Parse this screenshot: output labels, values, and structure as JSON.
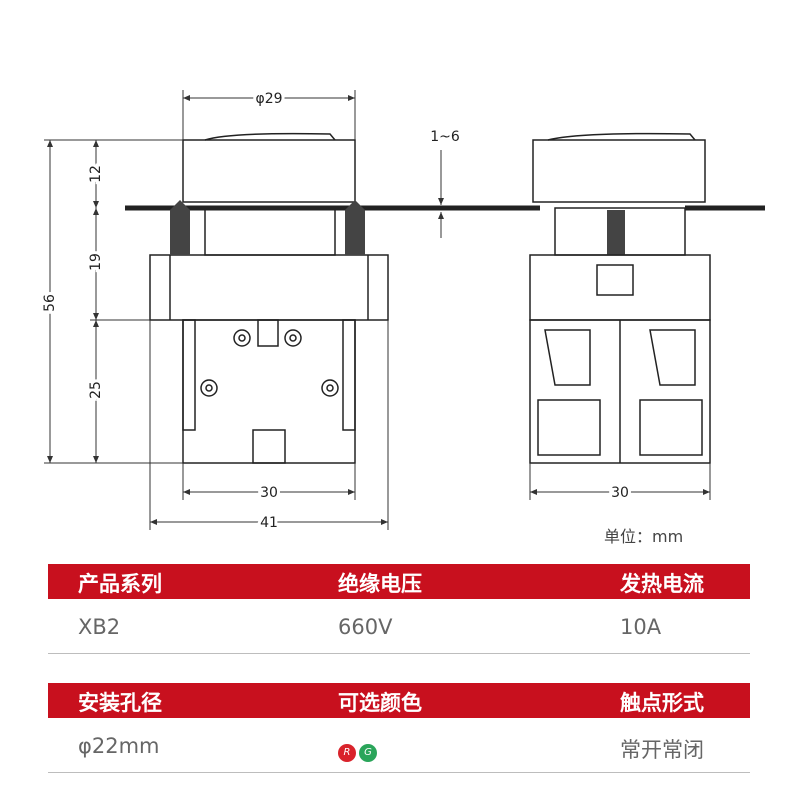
{
  "dims": {
    "top_dia": "φ29",
    "gap": "1~6",
    "h12": "12",
    "h19": "19",
    "h56": "56",
    "h25": "25",
    "w30_front": "30",
    "w41": "41",
    "w30_side": "30"
  },
  "unit_label": "单位：mm",
  "table": {
    "row1": {
      "headers": [
        "产品系列",
        "绝缘电压",
        "发热电流"
      ],
      "values": [
        "XB2",
        "660V",
        "10A"
      ]
    },
    "row2": {
      "headers": [
        "安装孔径",
        "可选颜色",
        "触点形式"
      ],
      "values": [
        "φ22mm",
        "",
        "常开常闭"
      ]
    }
  },
  "colors": {
    "accent": "#c8101e",
    "swatches": [
      {
        "letter": "R",
        "color": "#d9232b"
      },
      {
        "letter": "G",
        "color": "#2aa55a"
      }
    ]
  }
}
